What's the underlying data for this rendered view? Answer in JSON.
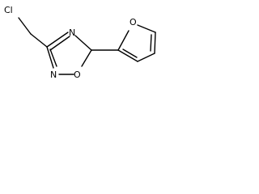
{
  "molecule": {
    "atoms": {
      "chlorine": "Cl",
      "ring_n_top": "N",
      "ring_o": "O",
      "ring_n_bottom": "N",
      "furan_o": "O"
    }
  }
}
